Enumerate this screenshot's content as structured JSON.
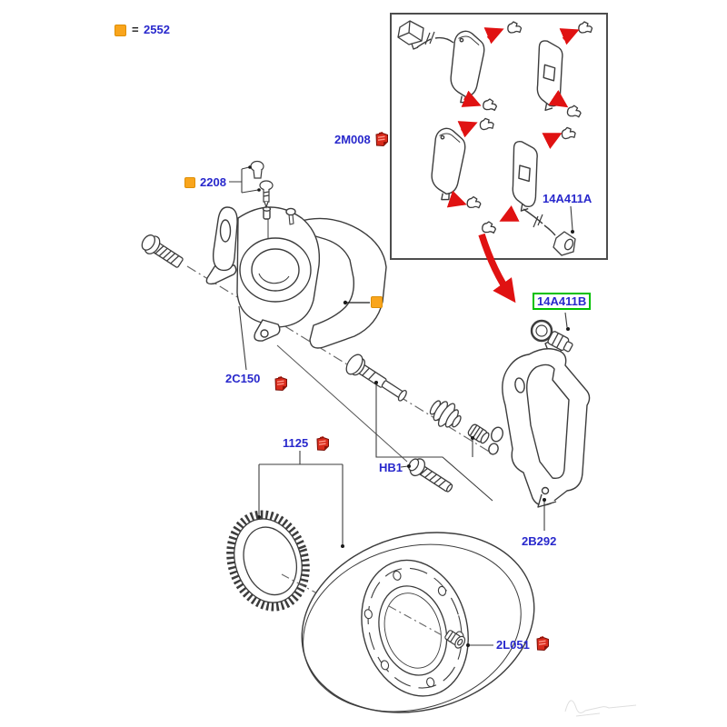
{
  "legend": {
    "equals": "=",
    "part_number": "2552",
    "marker_color": "#F9A51C"
  },
  "callouts": {
    "pad_kit": {
      "text": "2M008",
      "has_red_icon": true
    },
    "wear_sensor_a": {
      "text": "14A411A"
    },
    "wear_sensor_b": {
      "text": "14A411B",
      "highlighted": true
    },
    "bleed_screw": {
      "text": "2208",
      "has_orange_marker": true
    },
    "caliper": {
      "text": "2C150",
      "has_red_icon": true
    },
    "rotor_kit": {
      "text": "1125",
      "has_red_icon": true
    },
    "guide_bolt": {
      "text": "HB1"
    },
    "caliper_bracket": {
      "text": "2B292"
    },
    "hub_bolt": {
      "text": "2L051",
      "has_red_icon": true
    }
  },
  "colors": {
    "label_blue": "#2828CC",
    "highlight_green": "#00C000",
    "marker_orange": "#F9A51C",
    "arrow_red": "#E01212",
    "line_dark": "#3C3C3C"
  },
  "icons": {
    "red_flag": "red-flag-icon",
    "orange_square": "orange-square-marker"
  }
}
